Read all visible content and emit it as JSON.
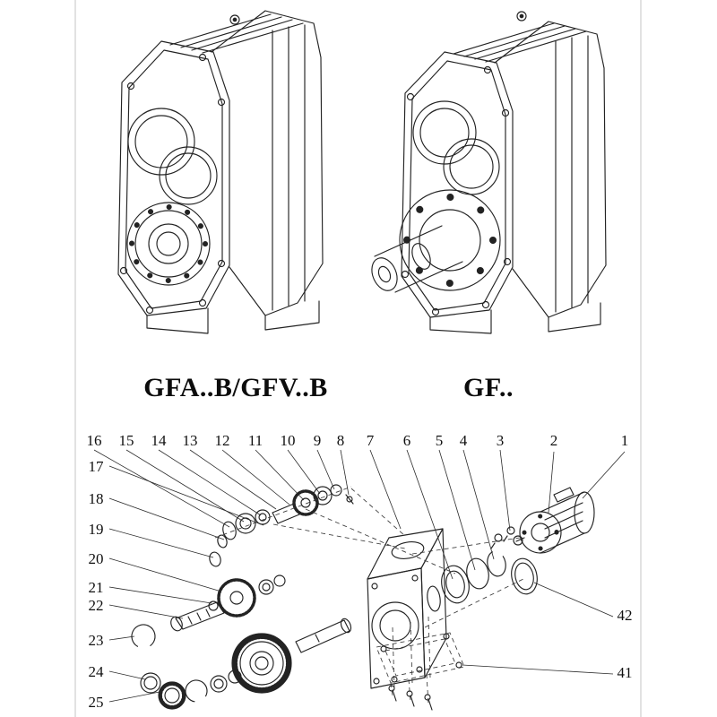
{
  "page": {
    "background": "#ffffff",
    "line_color": "#232323"
  },
  "drawings": {
    "left": {
      "label": "GFA..B/GFV..B"
    },
    "right": {
      "label": "GF.."
    }
  },
  "exploded": {
    "top_callouts": [
      "16",
      "15",
      "14",
      "13",
      "12",
      "11",
      "10",
      "9",
      "8",
      "7",
      "6",
      "5",
      "4",
      "3",
      "2",
      "1"
    ],
    "left_callouts": [
      "17",
      "18",
      "19",
      "20",
      "21",
      "22",
      "23",
      "24",
      "25"
    ],
    "right_callouts": [
      "42",
      "41"
    ]
  }
}
